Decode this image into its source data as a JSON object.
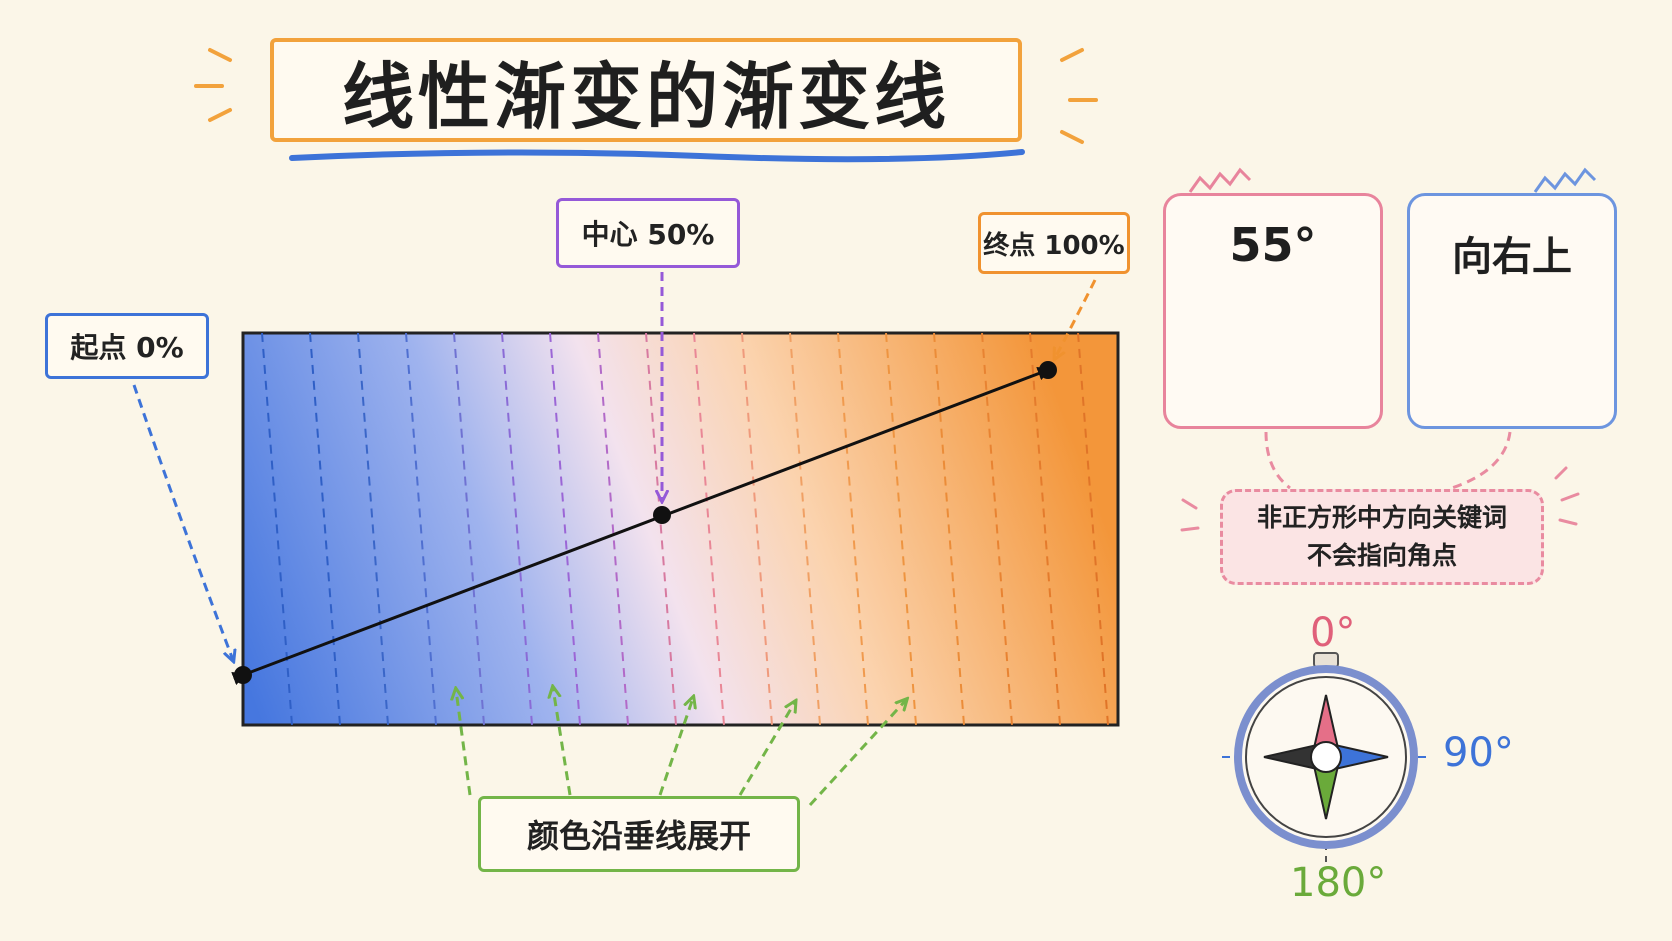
{
  "title": "线性渐变的渐变线",
  "labels": {
    "start": "起点 0%",
    "center": "中心 50%",
    "end": "终点 100%",
    "spread": "颜色沿垂线展开"
  },
  "cards": {
    "angle": "55°",
    "direction": "向右上"
  },
  "note": {
    "line1": "非正方形中方向关键词",
    "line2": "不会指向角点"
  },
  "compass": {
    "north": "0°",
    "east": "90°",
    "south": "180°"
  },
  "colors": {
    "gradient_start": "#4a7fe0",
    "gradient_mid": "#f7e3e8",
    "gradient_end": "#f49a3a",
    "title_border": "#f2a23c",
    "start_label": "#3d73d8",
    "center_label": "#9559d8",
    "end_label": "#f0922f",
    "spread_label": "#73b548",
    "angle_card": "#e8849c",
    "direction_card": "#6d95df"
  }
}
